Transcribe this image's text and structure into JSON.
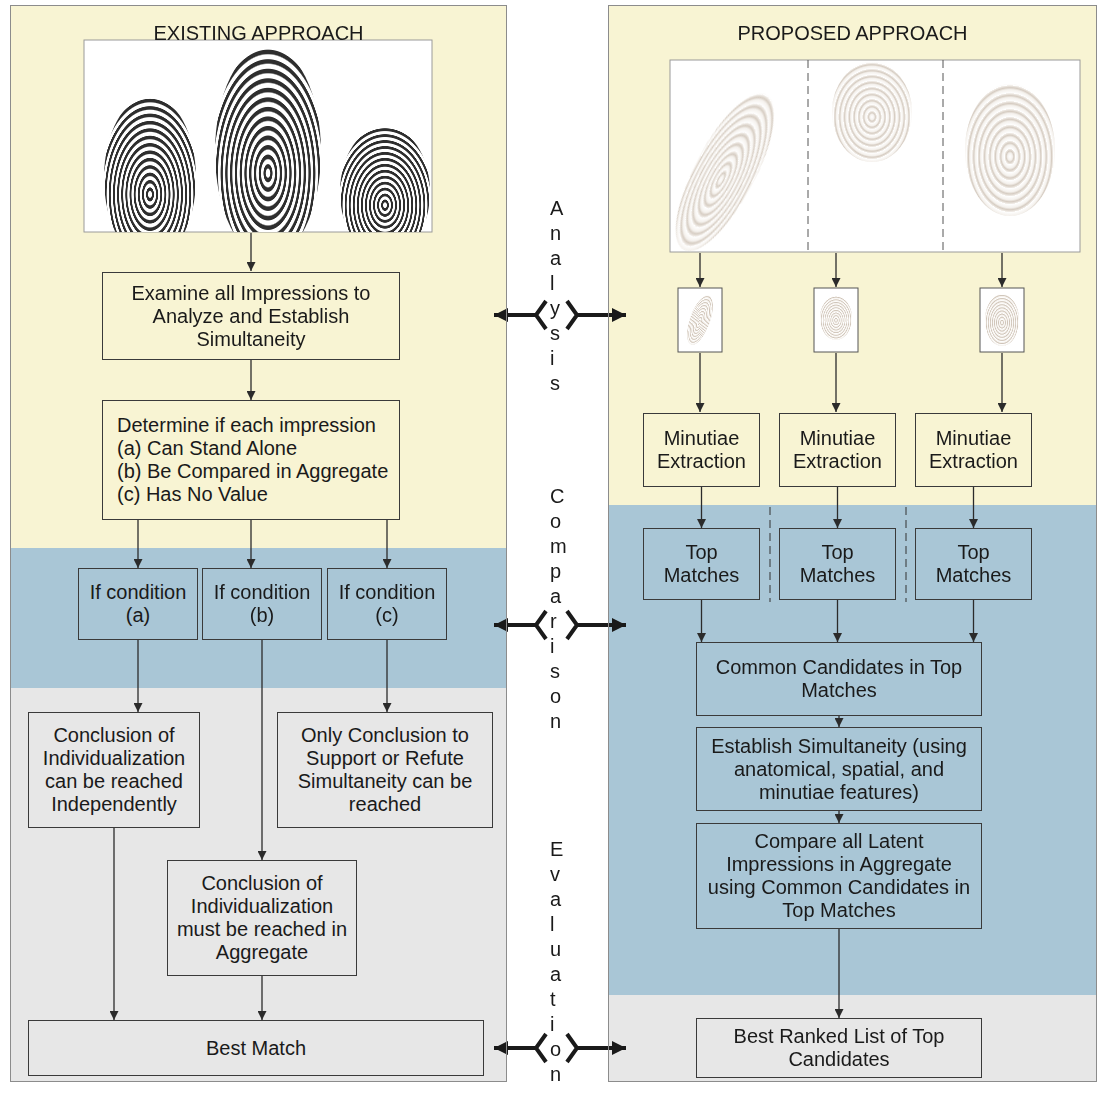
{
  "diagram": {
    "nodes": [
      {
        "text": [
          "EXISTING APPROACH"
        ]
      },
      {
        "text": [
          "Examine all Impressions to Analyze and Establish Simultaneity"
        ],
        "in": 0
      },
      {
        "text": [
          "Determine if each impression",
          "(a) Can Stand Alone",
          "(b) Be Compared in Aggregate",
          "(c) Has No Value"
        ],
        "in": 0
      },
      {
        "text": [
          "If condition (a)"
        ],
        "in": 0
      },
      {
        "text": [
          "If condition (b)"
        ],
        "in": 0
      },
      {
        "text": [
          "If condition (c)"
        ],
        "in": 0
      },
      {
        "text": [
          "Conclusion of Individualization can be reached Independently"
        ],
        "in": 0
      },
      {
        "text": [
          "Only Conclusion to Support or Refute Simultaneity can be reached"
        ],
        "in": 0
      },
      {
        "text": [
          "Conclusion of Individualization must be reached in Aggregate"
        ],
        "in": 0
      },
      {
        "text": [
          "Best Match"
        ],
        "in": 0
      },
      {
        "text": [
          "PROPOSED APPROACH"
        ]
      },
      {
        "text": [
          "Minutiae Extraction"
        ],
        "in": 10
      },
      {
        "text": [
          "Minutiae Extraction"
        ],
        "in": 10
      },
      {
        "text": [
          "Minutiae Extraction"
        ],
        "in": 10
      },
      {
        "text": [
          "Top Matches"
        ],
        "in": 10
      },
      {
        "text": [
          "Top Matches"
        ],
        "in": 10
      },
      {
        "text": [
          "Top Matches"
        ],
        "in": 10
      },
      {
        "text": [
          "Common Candidates in Top Matches"
        ],
        "in": 10
      },
      {
        "text": [
          "Establish Simultaneity (using anatomical, spatial, and minutiae features)"
        ],
        "in": 10
      },
      {
        "text": [
          "Compare all Latent Impressions in Aggregate using Common Candidates in Top Matches"
        ],
        "in": 10
      },
      {
        "text": [
          "Best Ranked List of Top Candidates"
        ],
        "in": 10
      }
    ],
    "edges": [
      {
        "from": 1,
        "to": 2,
        "arrow": "to"
      },
      {
        "from": 2,
        "to": 3,
        "arrow": "to"
      },
      {
        "from": 2,
        "to": 4,
        "arrow": "to"
      },
      {
        "from": 2,
        "to": 5,
        "arrow": "to"
      },
      {
        "from": 3,
        "to": 6,
        "arrow": "to"
      },
      {
        "from": 4,
        "to": 8,
        "arrow": "to"
      },
      {
        "from": 5,
        "to": 7,
        "arrow": "to"
      },
      {
        "from": 6,
        "to": 9,
        "arrow": "to"
      },
      {
        "from": 8,
        "to": 9,
        "arrow": "to"
      },
      {
        "from": 11,
        "to": 14,
        "arrow": "to"
      },
      {
        "from": 12,
        "to": 15,
        "arrow": "to"
      },
      {
        "from": 13,
        "to": 16,
        "arrow": "to"
      },
      {
        "from": 14,
        "to": 17,
        "arrow": "to"
      },
      {
        "from": 15,
        "to": 17,
        "arrow": "to"
      },
      {
        "from": 16,
        "to": 17,
        "arrow": "to"
      },
      {
        "from": 17,
        "to": 18,
        "arrow": "to"
      },
      {
        "from": 18,
        "to": 19,
        "arrow": "to"
      },
      {
        "from": 19,
        "to": 20,
        "arrow": "to"
      }
    ],
    "labels": [
      "Analysis",
      "Comparison",
      "Evaluation"
    ]
  }
}
